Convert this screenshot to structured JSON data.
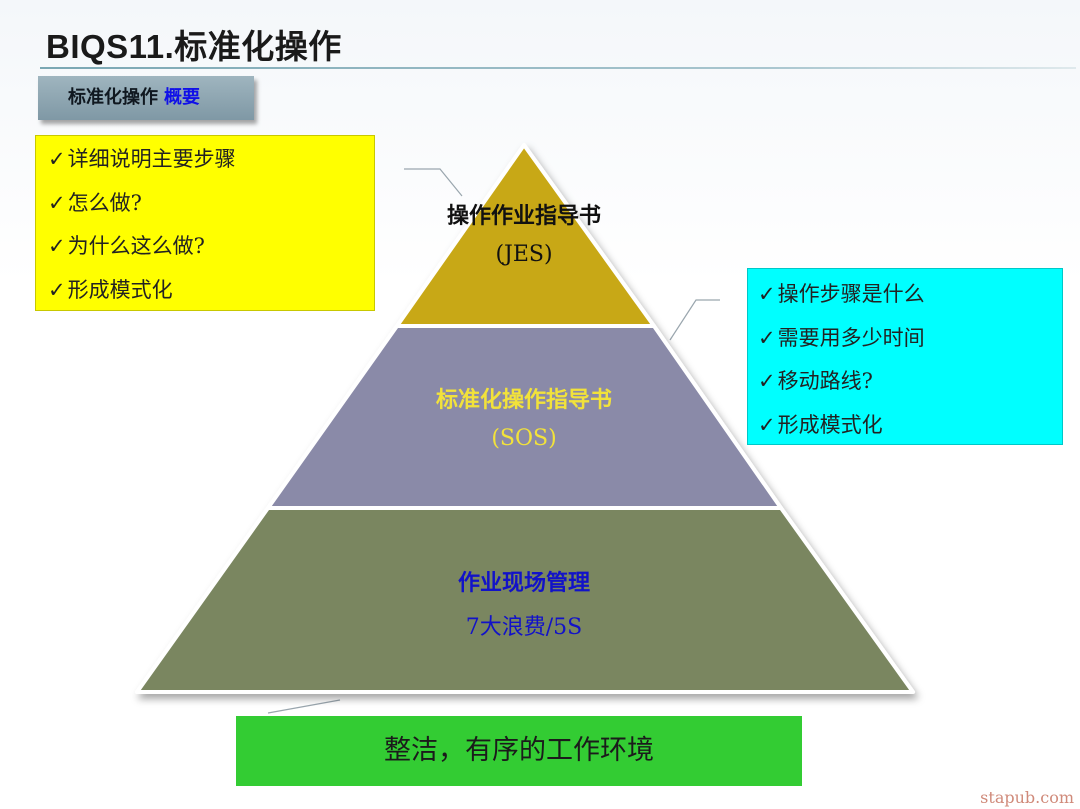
{
  "header": {
    "title": "BIQS11.标准化操作",
    "subtitle": "标准化操作",
    "subtitle_accent": "概要"
  },
  "left_note": {
    "items": [
      {
        "check": "✓",
        "text": "详细说明主要步骤"
      },
      {
        "check": "✓",
        "text": "怎么做?"
      },
      {
        "check": "✓",
        "text": "为什么这么做?"
      },
      {
        "check": "✓",
        "text": "形成模式化"
      }
    ],
    "color": "#ffff00"
  },
  "right_note": {
    "items": [
      {
        "check": "✓",
        "text": "操作步骤是什么"
      },
      {
        "check": "✓",
        "text": "需要用多少时间"
      },
      {
        "check": "✓",
        "text": "移动路线?"
      },
      {
        "check": "✓",
        "text": "形成模式化"
      }
    ],
    "color": "#00ffff"
  },
  "pyramid": {
    "top": {
      "line1": "操作作业指导书",
      "line2": "(JES)",
      "fill": "#c8a818",
      "text_color": "#111111"
    },
    "middle": {
      "line1": "标准化操作指导书",
      "line2": "(SOS)",
      "fill": "#8a8aa8",
      "text_color": "#f2e23a"
    },
    "bottom": {
      "line1": "作业现场管理",
      "line2": "7大浪费/5S",
      "fill": "#7a8660",
      "text_color": "#1212c8"
    }
  },
  "footer": {
    "text": "整洁，有序的工作环境",
    "color": "#33cc33"
  },
  "watermark": "stapub.com"
}
